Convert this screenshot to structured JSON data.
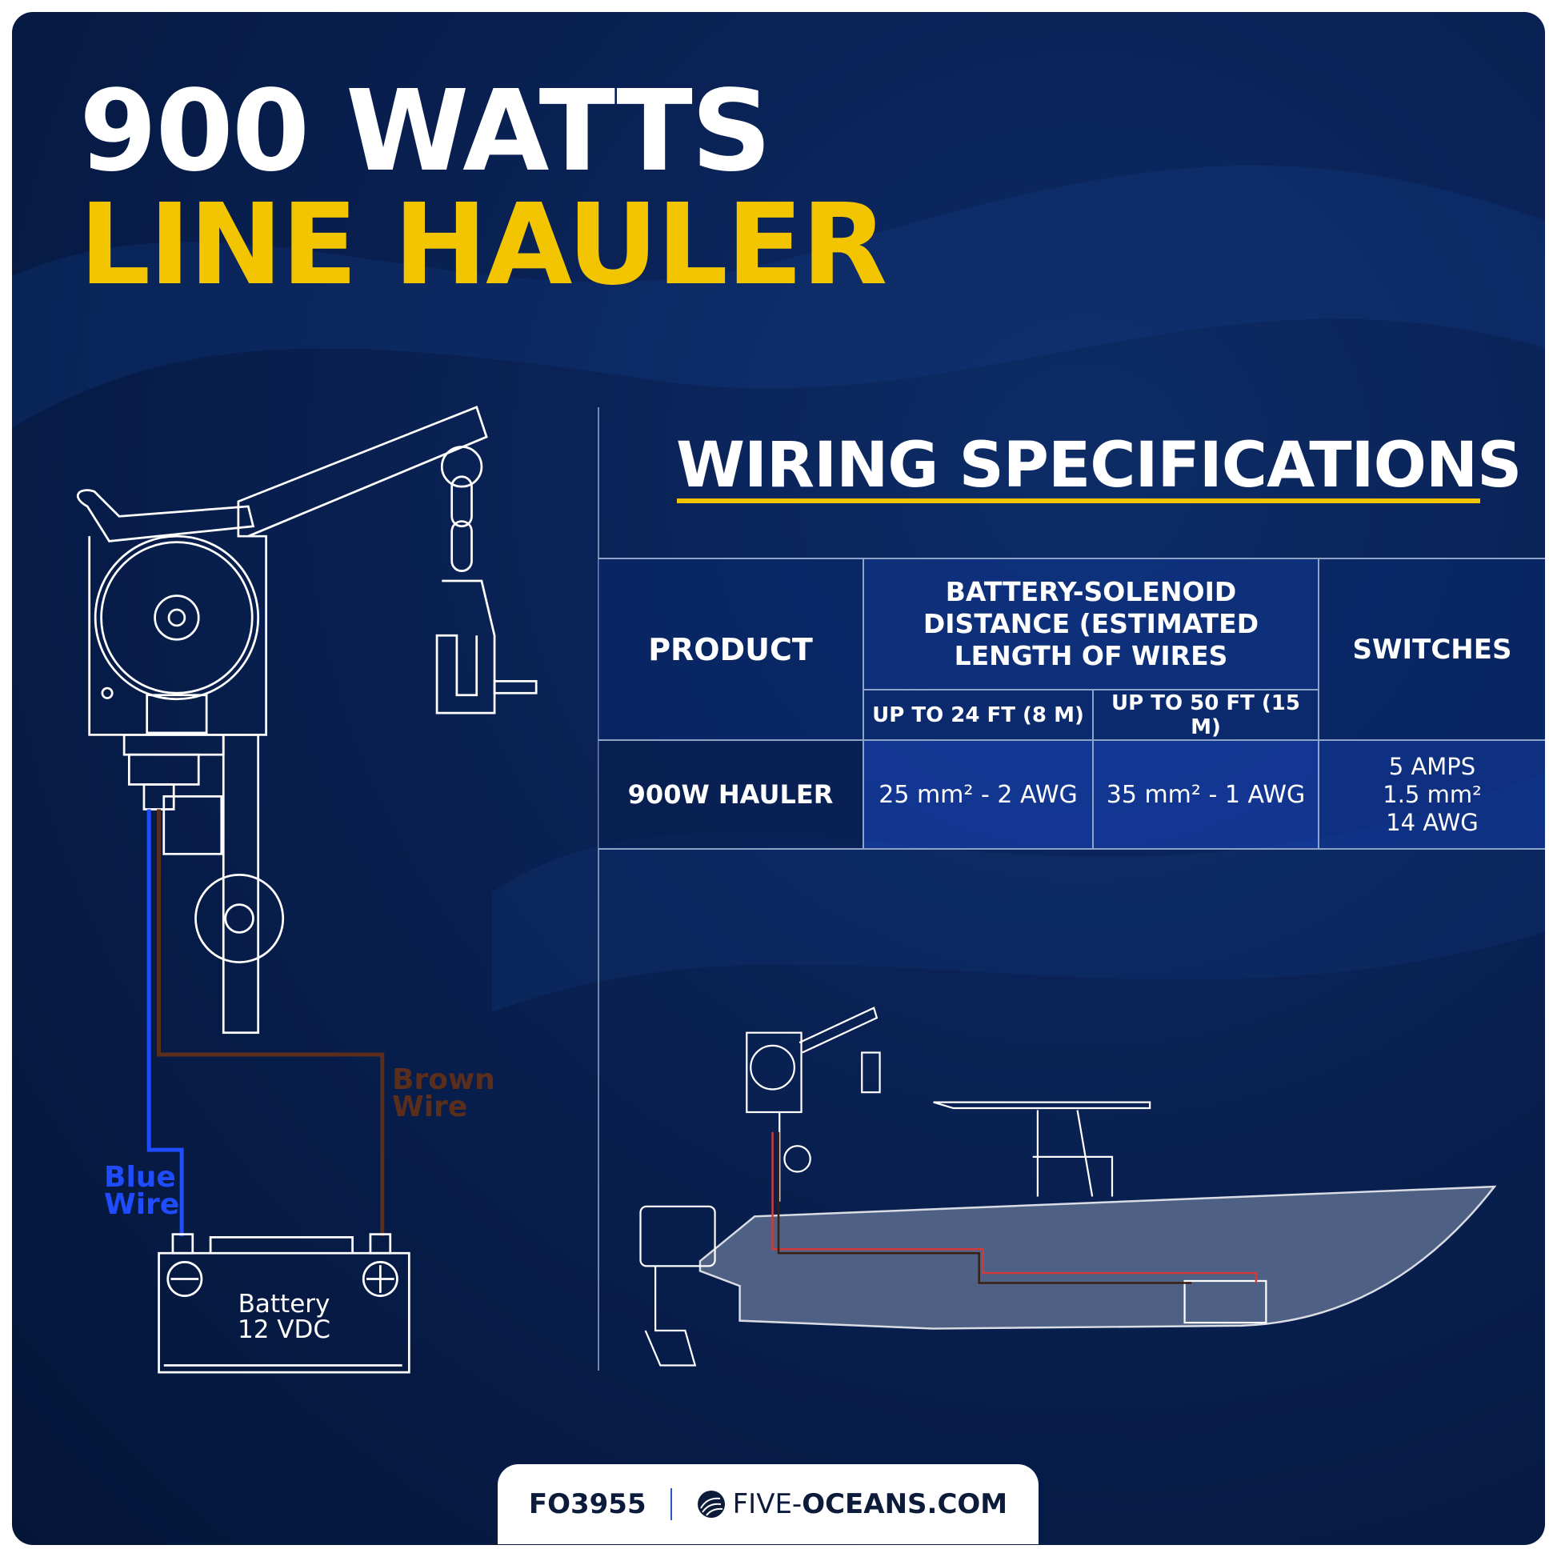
{
  "title": {
    "line1": "900 WATTS",
    "line2": "LINE HAULER"
  },
  "colors": {
    "accent": "#f2c500",
    "background": "#061b46",
    "blue_wire": "#1f4cff",
    "brown_wire": "#5a2e1a",
    "boat_wire_positive": "#d23a3a"
  },
  "spec": {
    "title": "WIRING SPECIFICATIONS",
    "headers": {
      "product": "PRODUCT",
      "distance": "BATTERY-SOLENOID DISTANCE (ESTIMATED LENGTH OF WIRES",
      "distance_short": "UP TO 24 FT (8 M)",
      "distance_long": "UP TO 50 FT (15 M)",
      "switches": "SWITCHES"
    },
    "rows": [
      {
        "product": "900W HAULER",
        "short": "25 mm² - 2 AWG",
        "long": "35 mm² - 1 AWG",
        "switches": [
          "5 AMPS",
          "1.5 mm²",
          "14 AWG"
        ]
      }
    ]
  },
  "diagram": {
    "blue_wire": "Blue Wire",
    "brown_wire": "Brown Wire",
    "battery": [
      "Battery",
      "12 VDC"
    ]
  },
  "footer": {
    "code": "FO3955",
    "site_light": "FIVE-",
    "site_bold": "OCEANS.COM",
    "logo_icon": "wave-globe-icon"
  }
}
